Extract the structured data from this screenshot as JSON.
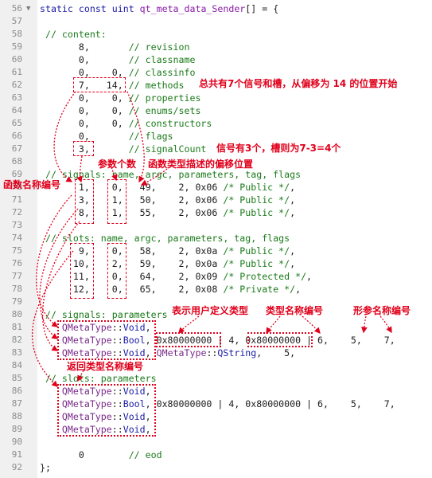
{
  "editor": {
    "lines": [
      {
        "n": "56",
        "fold": true,
        "text": "static const uint qt_meta_data_Sender[] = {"
      },
      {
        "n": "57",
        "text": ""
      },
      {
        "n": "58",
        "text": " // content:"
      },
      {
        "n": "59",
        "text": "       8,       // revision"
      },
      {
        "n": "60",
        "text": "       0,       // classname"
      },
      {
        "n": "61",
        "text": "       0,    0, // classinfo"
      },
      {
        "n": "62",
        "text": "       7,   14, // methods"
      },
      {
        "n": "63",
        "text": "       0,    0, // properties"
      },
      {
        "n": "64",
        "text": "       0,    0, // enums/sets"
      },
      {
        "n": "65",
        "text": "       0,    0, // constructors"
      },
      {
        "n": "66",
        "text": "       0,       // flags"
      },
      {
        "n": "67",
        "text": "       3,       // signalCount"
      },
      {
        "n": "68",
        "text": ""
      },
      {
        "n": "69",
        "text": " // signals: name, argc, parameters, tag, flags"
      },
      {
        "n": "70",
        "text": "       1,    0,   49,    2, 0x06 /* Public */,"
      },
      {
        "n": "71",
        "text": "       3,    1,   50,    2, 0x06 /* Public */,"
      },
      {
        "n": "72",
        "text": "       8,    1,   55,    2, 0x06 /* Public */,"
      },
      {
        "n": "73",
        "text": ""
      },
      {
        "n": "74",
        "text": " // slots: name, argc, parameters, tag, flags"
      },
      {
        "n": "75",
        "text": "       9,    0,   58,    2, 0x0a /* Public */,"
      },
      {
        "n": "76",
        "text": "      10,    2,   59,    2, 0x0a /* Public */,"
      },
      {
        "n": "77",
        "text": "      11,    0,   64,    2, 0x09 /* Protected */,"
      },
      {
        "n": "78",
        "text": "      12,    0,   65,    2, 0x08 /* Private */,"
      },
      {
        "n": "79",
        "text": ""
      },
      {
        "n": "80",
        "text": " // signals: parameters"
      },
      {
        "n": "81",
        "text": "    QMetaType::Void,"
      },
      {
        "n": "82",
        "text": "    QMetaType::Bool, 0x80000000 | 4, 0x80000000 | 6,    5,    7,"
      },
      {
        "n": "83",
        "text": "    QMetaType::Void, QMetaType::QString,    5,"
      },
      {
        "n": "84",
        "text": ""
      },
      {
        "n": "85",
        "text": " // slots: parameters"
      },
      {
        "n": "86",
        "text": "    QMetaType::Void,"
      },
      {
        "n": "87",
        "text": "    QMetaType::Bool, 0x80000000 | 4, 0x80000000 | 6,    5,    7,"
      },
      {
        "n": "88",
        "text": "    QMetaType::Void,"
      },
      {
        "n": "89",
        "text": "    QMetaType::Void,"
      },
      {
        "n": "90",
        "text": ""
      },
      {
        "n": "91",
        "text": "       0        // eod"
      },
      {
        "n": "92",
        "text": "};"
      }
    ]
  },
  "annotations": {
    "methods_note": "总共有7个信号和槽，从偏移为 14 的位置开始",
    "signal_note": "信号有3个，槽则为7-3=4个",
    "argc_label": "参数个数",
    "offset_label": "函数类型描述的偏移位置",
    "name_label": "函数名称编号",
    "user_type_label": "表示用户定义类型",
    "type_name_label": "类型名称编号",
    "param_name_label": "形参名称编号",
    "return_type_label": "返回类型名称编号"
  },
  "colors": {
    "annotation": "#e0001b",
    "keyword": "#1a1aa6",
    "comment": "#1a7a1a",
    "gutter": "#f0f0f0"
  }
}
